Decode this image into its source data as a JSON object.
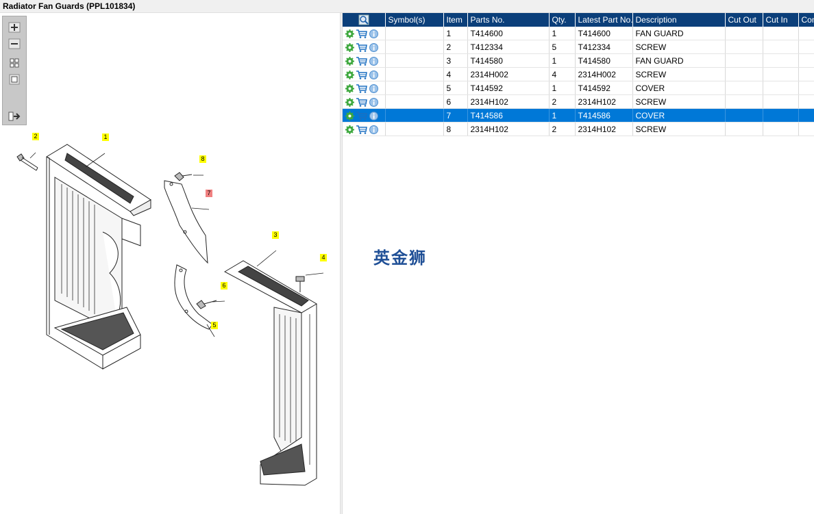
{
  "window": {
    "title": "Radiator Fan Guards (PPL101834)"
  },
  "toolbar": {
    "zoom_in": "zoom-in-icon",
    "zoom_out": "zoom-out-icon",
    "fit_all": "fit-all-icon",
    "fit_window": "fit-window-icon",
    "export": "export-icon"
  },
  "table": {
    "columns": [
      "",
      "Symbol(s)",
      "Item",
      "Parts No.",
      "Qty.",
      "Latest Part No.",
      "Description",
      "Cut Out",
      "Cut In",
      "Comment"
    ],
    "rows": [
      {
        "item": "1",
        "part_no": "T414600",
        "qty": "1",
        "latest": "T414600",
        "desc": "FAN GUARD"
      },
      {
        "item": "2",
        "part_no": "T412334",
        "qty": "5",
        "latest": "T412334",
        "desc": "SCREW"
      },
      {
        "item": "3",
        "part_no": "T414580",
        "qty": "1",
        "latest": "T414580",
        "desc": "FAN GUARD"
      },
      {
        "item": "4",
        "part_no": "2314H002",
        "qty": "4",
        "latest": "2314H002",
        "desc": "SCREW"
      },
      {
        "item": "5",
        "part_no": "T414592",
        "qty": "1",
        "latest": "T414592",
        "desc": "COVER"
      },
      {
        "item": "6",
        "part_no": "2314H102",
        "qty": "2",
        "latest": "2314H102",
        "desc": "SCREW"
      },
      {
        "item": "7",
        "part_no": "T414586",
        "qty": "1",
        "latest": "T414586",
        "desc": "COVER"
      },
      {
        "item": "8",
        "part_no": "2314H102",
        "qty": "2",
        "latest": "2314H102",
        "desc": "SCREW"
      }
    ],
    "selected_item": "7"
  },
  "callouts": [
    "2",
    "1",
    "8",
    "7",
    "3",
    "4",
    "6",
    "5"
  ],
  "watermark": "英金狮",
  "colors": {
    "header": "#0b3f7a",
    "selection": "#0078d7",
    "callout": "#ffff00",
    "callout_selected": "#f08080"
  }
}
